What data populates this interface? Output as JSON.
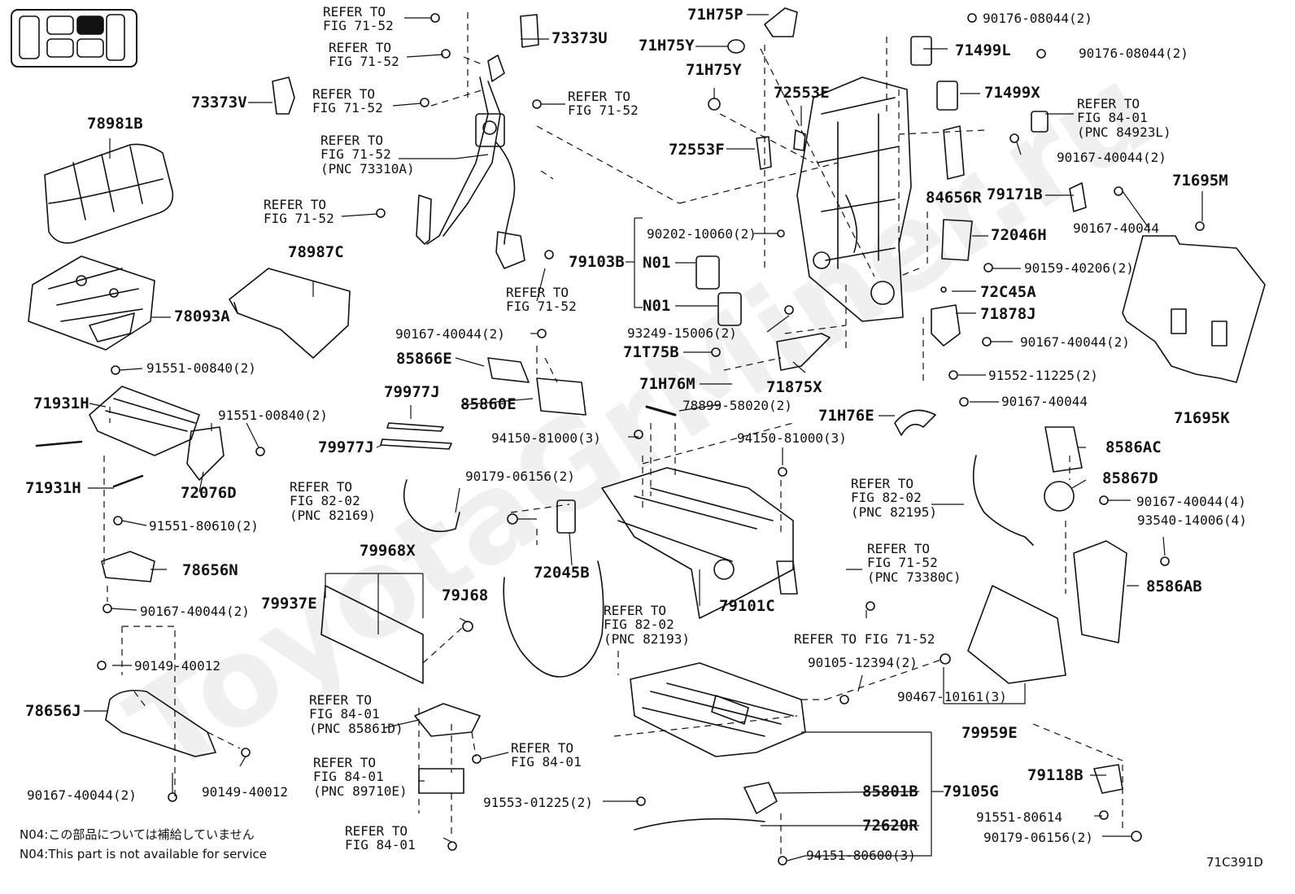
{
  "watermark": "ToyotaGrMiner.ru",
  "diagram_code": "71C391D",
  "notes": [
    "N04:この部品については補給していません",
    "N04:This part is not available for service"
  ],
  "labels": {
    "r1": "REFER TO\nFIG 71-52",
    "r2": "REFER TO\nFIG 71-52",
    "r3": "REFER TO\nFIG 71-52",
    "r4": "REFER TO\nFIG 71-52\n(PNC 73310A)",
    "r5": "REFER TO\nFIG 71-52",
    "r6": "REFER TO\nFIG 71-52",
    "r7": "REFER TO\nFIG 71-52",
    "r8": "REFER TO\nFIG 84-01\n(PNC 84923L)",
    "r9": "REFER TO\nFIG 82-02\n(PNC 82169)",
    "r10": "REFER TO\nFIG 82-02\n(PNC 82195)",
    "r11": "REFER TO\nFIG 71-52\n(PNC 73380C)",
    "r12": "REFER TO FIG 71-52",
    "r13": "REFER TO\nFIG 82-02\n(PNC 82193)",
    "r14": "REFER TO\nFIG 84-01\n(PNC 85861D)",
    "r15": "REFER TO\nFIG 84-01\n(PNC 89710E)",
    "r16": "REFER TO\nFIG 84-01",
    "r17": "REFER TO\nFIG 84-01",
    "p73373U": "73373U",
    "p73373V": "73373V",
    "p78981B": "78981B",
    "p78987C": "78987C",
    "p78093A": "78093A",
    "p71H75P": "71H75P",
    "p71H75Y_1": "71H75Y",
    "p71H75Y_2": "71H75Y",
    "p72553E": "72553E",
    "p72553F": "72553F",
    "p71499L": "71499L",
    "p71499X": "71499X",
    "p84656R": "84656R",
    "p79171B": "79171B",
    "p71695M": "71695M",
    "p72046H": "72046H",
    "p72C45A": "72C45A",
    "p71878J": "71878J",
    "p71695K": "71695K",
    "p79103B": "79103B",
    "pN01_1": "N01",
    "pN01_2": "N01",
    "p71T75B": "71T75B",
    "p71H76M": "71H76M",
    "p71875X": "71875X",
    "p71H76E": "71H76E",
    "p85866E": "85866E",
    "p85860E": "85860E",
    "p79977J_1": "79977J",
    "p79977J_2": "79977J",
    "p71931H_1": "71931H",
    "p71931H_2": "71931H",
    "p72076D": "72076D",
    "p78656N": "78656N",
    "p79968X": "79968X",
    "p79937E": "79937E",
    "p79J68": "79J68",
    "p72045B": "72045B",
    "p79101C": "79101C",
    "p8586AC": "8586AC",
    "p85867D": "85867D",
    "p8586AB": "8586AB",
    "p78656J": "78656J",
    "p79959E": "79959E",
    "p79118B": "79118B",
    "p85801B": "85801B",
    "p79105G": "79105G",
    "p72620R": "72620R",
    "n90176_1": "90176-08044(2)",
    "n90176_2": "90176-08044(2)",
    "n90167_40044_2a": "90167-40044(2)",
    "n90167_40044_a": "90167-40044",
    "n90202": "90202-10060(2)",
    "n90159": "90159-40206(2)",
    "n93249": "93249-15006(2)",
    "n90167_40044_2b": "90167-40044(2)",
    "n91552": "91552-11225(2)",
    "n78899": "78899-58020(2)",
    "n90167_40044_b": "90167-40044",
    "n90167_40044_2c": "90167-40044(2)",
    "n94150_1": "94150-81000(3)",
    "n94150_2": "94150-81000(3)",
    "n90179_06156": "90179-06156(2)",
    "n91551_00840_1": "91551-00840(2)",
    "n91551_00840_2": "91551-00840(2)",
    "n91551_80610": "91551-80610(2)",
    "n90167_40044_2d": "90167-40044(2)",
    "n90149_1": "90149-40012",
    "n90149_2": "90149-40012",
    "n90167_40044_2e": "90167-40044(2)",
    "n90167_40044_4": "90167-40044(4)",
    "n93540": "93540-14006(4)",
    "n90105": "90105-12394(2)",
    "n90467": "90467-10161(3)",
    "n91553": "91553-01225(2)",
    "n91551_80614": "91551-80614",
    "n90179_06156_2": "90179-06156(2)",
    "n94151": "94151-80600(3)"
  }
}
